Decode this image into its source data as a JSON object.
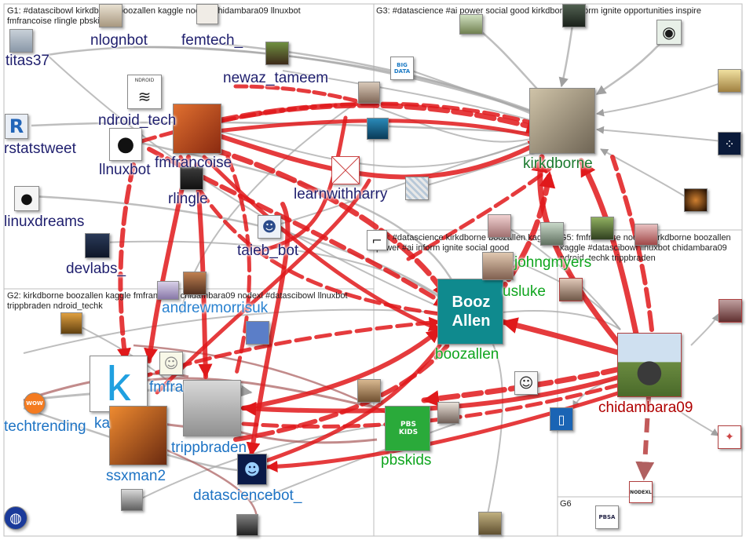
{
  "groups": [
    {
      "id": "G1",
      "label": "G1: #datascibowl kirkdborne boozallen kaggle nodexl chidambara09 llnuxbot fmfrancoise rlingle pbskids"
    },
    {
      "id": "G2",
      "label": "G2: kirkdborne boozallen kaggle fmfrancoise chidambara09 nodexl #datascibowl llnuxbot trippbraden ndroid_techk"
    },
    {
      "id": "G3",
      "label": "G3: #datascience #ai power social good kirkdborne inform ignite opportunities inspire"
    },
    {
      "id": "G4",
      "label": "G4: #datascience kirkdborne boozallen kaggle power #ai inform ignite social good"
    },
    {
      "id": "G5",
      "label": "G5: fmfrancoise nodexl kirkdborne boozallen kaggle #datascibowl llnuxbot chidambara09 ndroid_techk trippbraden"
    },
    {
      "id": "G6",
      "label": "G6"
    }
  ],
  "labels": {
    "titas37": "titas37",
    "nlognbot": "nlognbot",
    "femtech": "femtech_",
    "newaz": "newaz_tameem",
    "rstatstweet": "rstatstweet",
    "ndroid": "ndroid_tech",
    "llnuxbot": "llnuxbot",
    "fmfrancoise": "fmfrancoise",
    "rlingle": "rlingle",
    "learnwithharry": "learnwithharry",
    "linuxdreams": "linuxdreams",
    "devlabs": "devlabs_",
    "taieb": "taieb_bot",
    "andrewmorris": "andrewmorrisuk",
    "kirkdborne": "kirkdborne",
    "johngmyers": "johngmyers",
    "usluke": "usluke",
    "boozallen": "boozallen",
    "chidambara09": "chidambara09",
    "fmfra": "fmfra",
    "techtrending": "techtrending",
    "ka": "ka",
    "trippbraden": "trippbraden",
    "ssxman2": "ssxman2",
    "datasciencebot": "datasciencebot_",
    "pbskids": "pbskids"
  },
  "avatars": {
    "ndroid": "NDROID",
    "big_data": "BIG DATA",
    "r_logo": "R",
    "wow": "WOW",
    "nodexl": "NODEXL",
    "pbsa": "PBSA",
    "booz": "Booz Allen",
    "pbs": "PBS KIDS",
    "k_letter": "k"
  },
  "colors": {
    "g1": "#1f1f6e",
    "g2": "#1d73c4",
    "g3": "#1a7a2e",
    "g4": "#10a51f",
    "g5": "#b00000",
    "edge_red": "#e0191b",
    "edge_gray": "#9c9c9c",
    "booz_bg": "#0f8a8e"
  }
}
